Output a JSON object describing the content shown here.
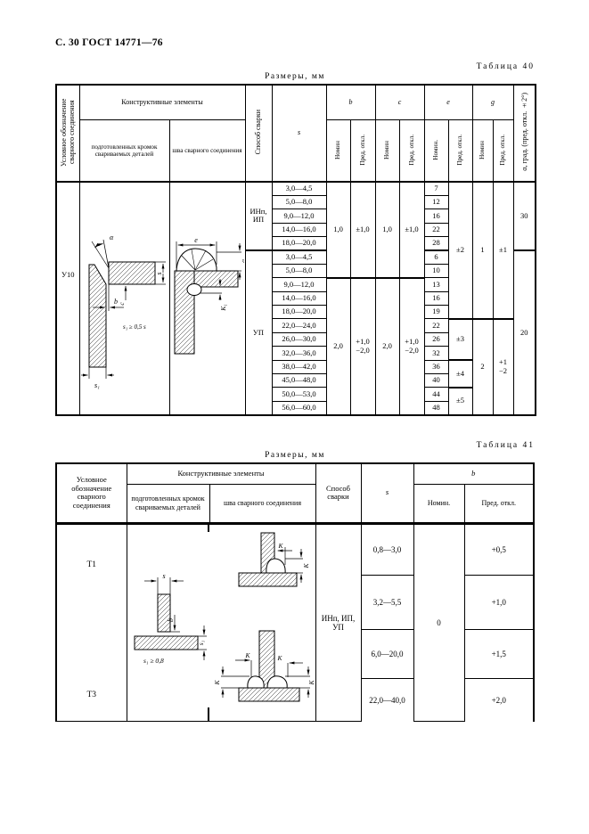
{
  "page": {
    "header": "С. 30 ГОСТ 14771—76"
  },
  "table40": {
    "caption": "Таблица 40",
    "units_label": "Размеры, мм",
    "col1_header": "Условное обозначение сварного соединения",
    "constructive_header": "Конструктивные элементы",
    "podgot_header": "подготовленных кромок свариваемых деталей",
    "shva_header": "шва сварного соединения",
    "sposob_header": "Способ сварки",
    "s_header": "s",
    "b_header": "b",
    "c_header": "c",
    "e_header": "e",
    "g_header": "g",
    "alpha_header": "α, град. (пред. откл. ±2°)",
    "nom_label": "Номин",
    "nom_label_dot": "Номин.",
    "pred_label": "Пред. откл.",
    "joint_label": "У10",
    "method1": "ИНп,\nИП",
    "method2": "УП",
    "b1_nom": "1,0",
    "b1_pred": "±1,0",
    "c1_nom": "1,0",
    "c1_pred": "±1,0",
    "b2_nom": "2,0",
    "b2_pred": "+1,0\n−2,0",
    "c2_nom": "2,0",
    "c2_pred": "+1,0\n−2,0",
    "e_pred_groups": [
      "±2",
      "±3",
      "±4",
      "±5"
    ],
    "g1_nom": "1",
    "g1_pred": "±1",
    "g2_nom": "2",
    "g2_pred": "+1\n−2",
    "alpha1": "30",
    "alpha2": "20",
    "s_values": [
      "3,0—4,5",
      "5,0—8,0",
      "9,0—12,0",
      "14,0—16,0",
      "18,0—20,0",
      "3,0—4,5",
      "5,0—8,0",
      "9,0—12,0",
      "14,0—16,0",
      "18,0—20,0",
      "22,0—24,0",
      "26,0—30,0",
      "32,0—36,0",
      "38,0—42,0",
      "45,0—48,0",
      "50,0—53,0",
      "56,0—60,0"
    ],
    "e_values": [
      "7",
      "12",
      "16",
      "22",
      "28",
      "6",
      "10",
      "13",
      "16",
      "19",
      "22",
      "26",
      "32",
      "36",
      "40",
      "44",
      "48"
    ],
    "drawings": {
      "prep": {
        "alpha": "α",
        "s": "s",
        "c": "c",
        "b": "b",
        "s1": "s₁",
        "note": "s₁ ≥ 0,5 s"
      },
      "weld": {
        "e": "e",
        "g": "g",
        "k1": "К₁"
      }
    }
  },
  "table41": {
    "caption": "Таблица 41",
    "units_label": "Размеры, мм",
    "col1_header": "Условное обозначение сварного соединения",
    "constructive_header": "Конструктивные элементы",
    "podgot_header": "подготовленных кромок свариваемых деталей",
    "shva_header": "шва сварного соединения",
    "sposob_header": "Способ\nсварки",
    "s_header": "s",
    "b_header": "b",
    "nom_label": "Номин.",
    "pred_label": "Пред. откл.",
    "joint1": "Т1",
    "joint2": "Т3",
    "method": "ИНп, ИП,\nУП",
    "b_nom": "0",
    "rows": [
      {
        "s": "0,8—3,0",
        "pred": "+0,5"
      },
      {
        "s": "3,2—5,5",
        "pred": "+1,0"
      },
      {
        "s": "6,0—20,0",
        "pred": "+1,5"
      },
      {
        "s": "22,0—40,0",
        "pred": "+2,0"
      }
    ],
    "drawings": {
      "prep": {
        "s": "s",
        "b": "b",
        "s1": "s₁",
        "note": "s₁ ≥ 0,8"
      },
      "weld": {
        "k": "К"
      }
    }
  }
}
